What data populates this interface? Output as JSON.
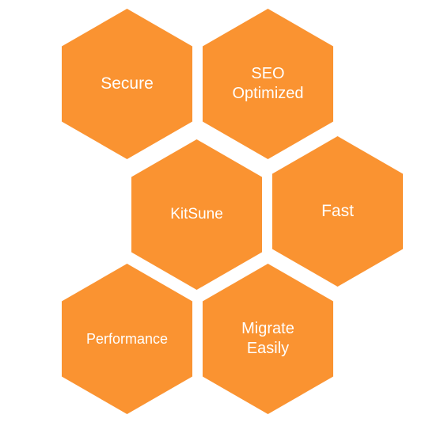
{
  "colors": {
    "hex_fill": "#FA9331",
    "text": "#FFFFFF",
    "background": "#FFFFFF"
  },
  "hexagons": [
    {
      "label": "Secure"
    },
    {
      "label": "SEO\nOptimized"
    },
    {
      "label": "KitSune"
    },
    {
      "label": "Fast"
    },
    {
      "label": "Performance"
    },
    {
      "label": "Migrate\nEasily"
    }
  ]
}
